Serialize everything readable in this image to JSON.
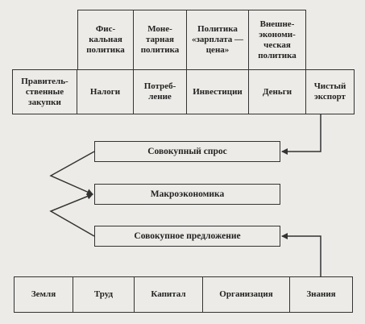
{
  "policies": [
    {
      "label": "Фис-\nкальная\nполитика"
    },
    {
      "label": "Моне-\nтарная\nполитика"
    },
    {
      "label": "Политика\n«зарплата —\nцена»"
    },
    {
      "label": "Внешне-\nэкономи-\nческая\nполитика"
    }
  ],
  "instruments": [
    {
      "label": "Правитель-\nственные\nзакупки"
    },
    {
      "label": "Налоги"
    },
    {
      "label": "Потреб-\nление"
    },
    {
      "label": "Инвестиции"
    },
    {
      "label": "Деньги"
    },
    {
      "label": "Чистый\nэкспорт"
    }
  ],
  "middle": {
    "aggregate_demand": "Совокупный спрос",
    "macroeconomics": "Макроэкономика",
    "aggregate_supply": "Совокупное предложение"
  },
  "factors": [
    {
      "label": "Земля"
    },
    {
      "label": "Труд"
    },
    {
      "label": "Капитал"
    },
    {
      "label": "Организация"
    },
    {
      "label": "Знания"
    }
  ]
}
